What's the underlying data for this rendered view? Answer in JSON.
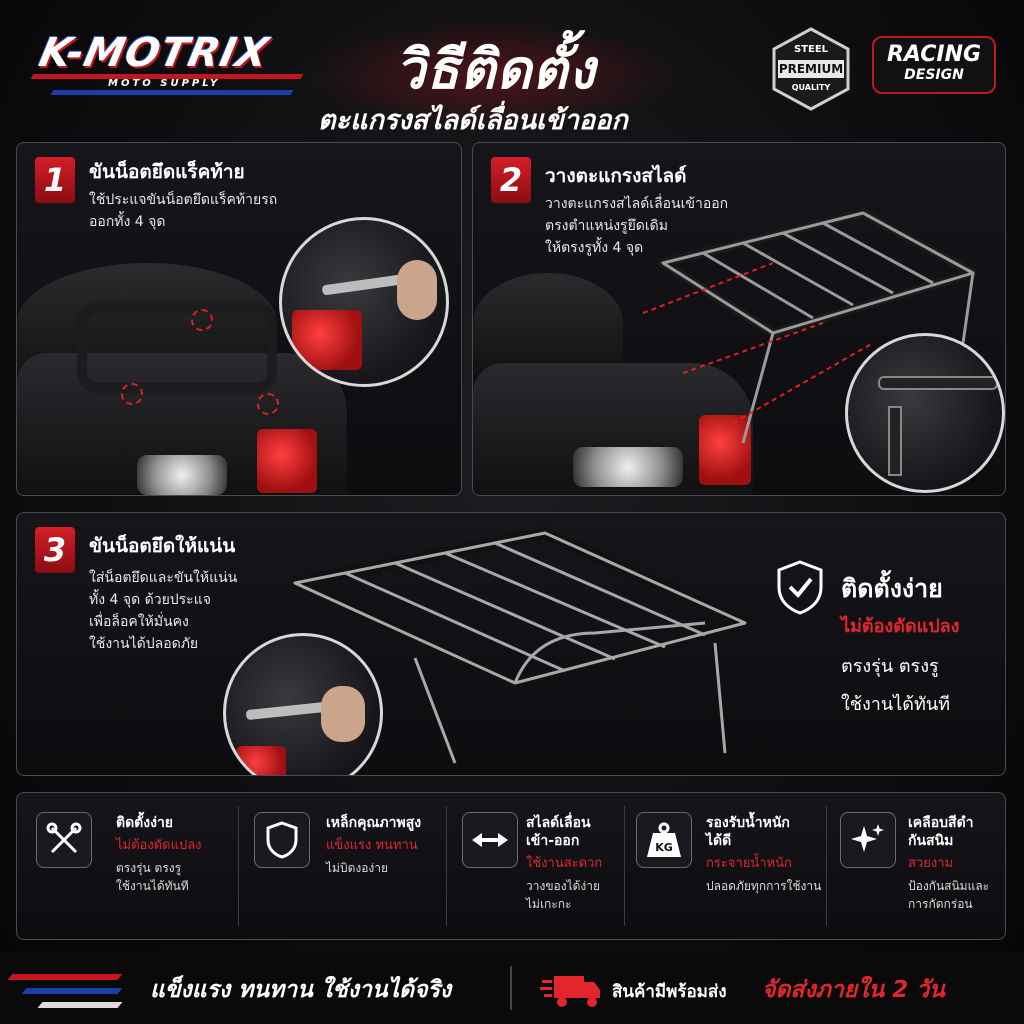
{
  "brand": {
    "name": "K-MOTRIX",
    "tagline": "MOTO SUPPLY"
  },
  "header": {
    "title": "วิธีติดตั้ง",
    "subtitle": "ตะแกรงสไลด์เลื่อนเข้าออก"
  },
  "badges": {
    "steel": {
      "top": "STEEL",
      "middle": "PREMIUM",
      "bottom": "QUALITY"
    },
    "racing": {
      "line1": "RACING",
      "line2": "DESIGN"
    }
  },
  "steps": [
    {
      "number": "1",
      "title": "ขันน็อตยึดแร็คท้าย",
      "desc_lines": [
        "ใช้ประแจขันน็อตยึดแร็คท้ายรถ",
        "ออกทั้ง 4 จุด"
      ]
    },
    {
      "number": "2",
      "title": "วางตะแกรงสไลด์",
      "desc_lines": [
        "วางตะแกรงสไลด์เลื่อนเข้าออก",
        "ตรงตำแหน่งรูยึดเดิม",
        "ให้ตรงรูทั้ง 4 จุด"
      ]
    },
    {
      "number": "3",
      "title": "ขันน็อตยึดให้แน่น",
      "desc_lines": [
        "ใส่น็อตยึดและขันให้แน่น",
        "ทั้ง 4 จุด ด้วยประแจ",
        "เพื่อล็อคให้มั่นคง",
        "ใช้งานได้ปลอดภัย"
      ]
    }
  ],
  "easy_install": {
    "title": "ติดตั้งง่าย",
    "highlight": "ไม่ต้องดัดแปลง",
    "line1": "ตรงรุ่น ตรงรู",
    "line2": "ใช้งานได้ทันที"
  },
  "features": [
    {
      "icon": "tools-icon",
      "title_lines": [
        "ติดตั้งง่าย"
      ],
      "red": "ไม่ต้องดัดแปลง",
      "desc_lines": [
        "ตรงรุ่น ตรงรู",
        "ใช้งานได้ทันที"
      ]
    },
    {
      "icon": "shield-icon",
      "title_lines": [
        "เหล็กคุณภาพสูง"
      ],
      "red": "แข็งแรง ทนทาน",
      "desc_lines": [
        "ไม่บิดงอง่าย"
      ]
    },
    {
      "icon": "slide-arrows-icon",
      "title_lines": [
        "สไลด์เลื่อน",
        "เข้า-ออก"
      ],
      "red": "ใช้งานสะดวก",
      "desc_lines": [
        "วางของได้ง่าย",
        "ไม่เกะกะ"
      ]
    },
    {
      "icon": "weight-kg-icon",
      "icon_text": "KG",
      "title_lines": [
        "รองรับน้ำหนัก",
        "ได้ดี"
      ],
      "red": "กระจายน้ำหนัก",
      "desc_lines": [
        "ปลอดภัยทุกการใช้งาน"
      ]
    },
    {
      "icon": "sparkle-icon",
      "title_lines": [
        "เคลือบสีดำ",
        "กันสนิม"
      ],
      "red": "สวยงาม",
      "desc_lines": [
        "ป้องกันสนิมและ",
        "การกัดกร่อน"
      ]
    }
  ],
  "footer": {
    "slogan": "แข็งแรง ทนทาน ใช้งานได้จริง",
    "ready": "สินค้ามีพร้อมส่ง",
    "shipping": "จัดส่งภายใน 2 วัน"
  },
  "colors": {
    "accent_red": "#e3262d",
    "brand_blue": "#1a3fa8",
    "background": "#0b0b0d"
  }
}
